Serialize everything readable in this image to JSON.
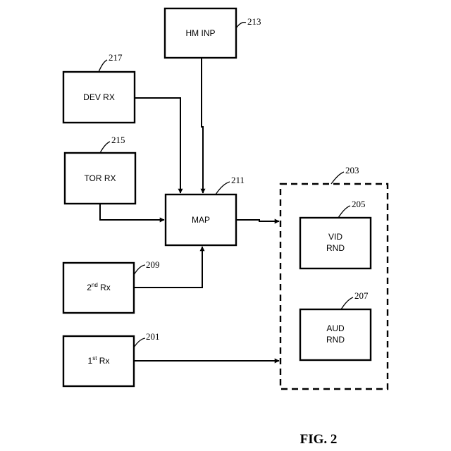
{
  "figure": {
    "caption": "FIG. 2"
  },
  "blocks": {
    "hm_inp": {
      "label": "HM INP",
      "ref": "213"
    },
    "dev_rx": {
      "label": "DEV RX",
      "ref": "217"
    },
    "tor_rx": {
      "label": "TOR RX",
      "ref": "215"
    },
    "map": {
      "label": "MAP",
      "ref": "211"
    },
    "rx2": {
      "label_main": "2",
      "label_sup": "nd",
      "label_tail": " Rx",
      "ref": "209"
    },
    "rx1": {
      "label_main": "1",
      "label_sup": "st",
      "label_tail": " Rx",
      "ref": "201"
    },
    "renderer_group": {
      "ref": "203"
    },
    "vid_rnd": {
      "label_line1": "VID",
      "label_line2": "RND",
      "ref": "205"
    },
    "aud_rnd": {
      "label_line1": "AUD",
      "label_line2": "RND",
      "ref": "207"
    }
  }
}
